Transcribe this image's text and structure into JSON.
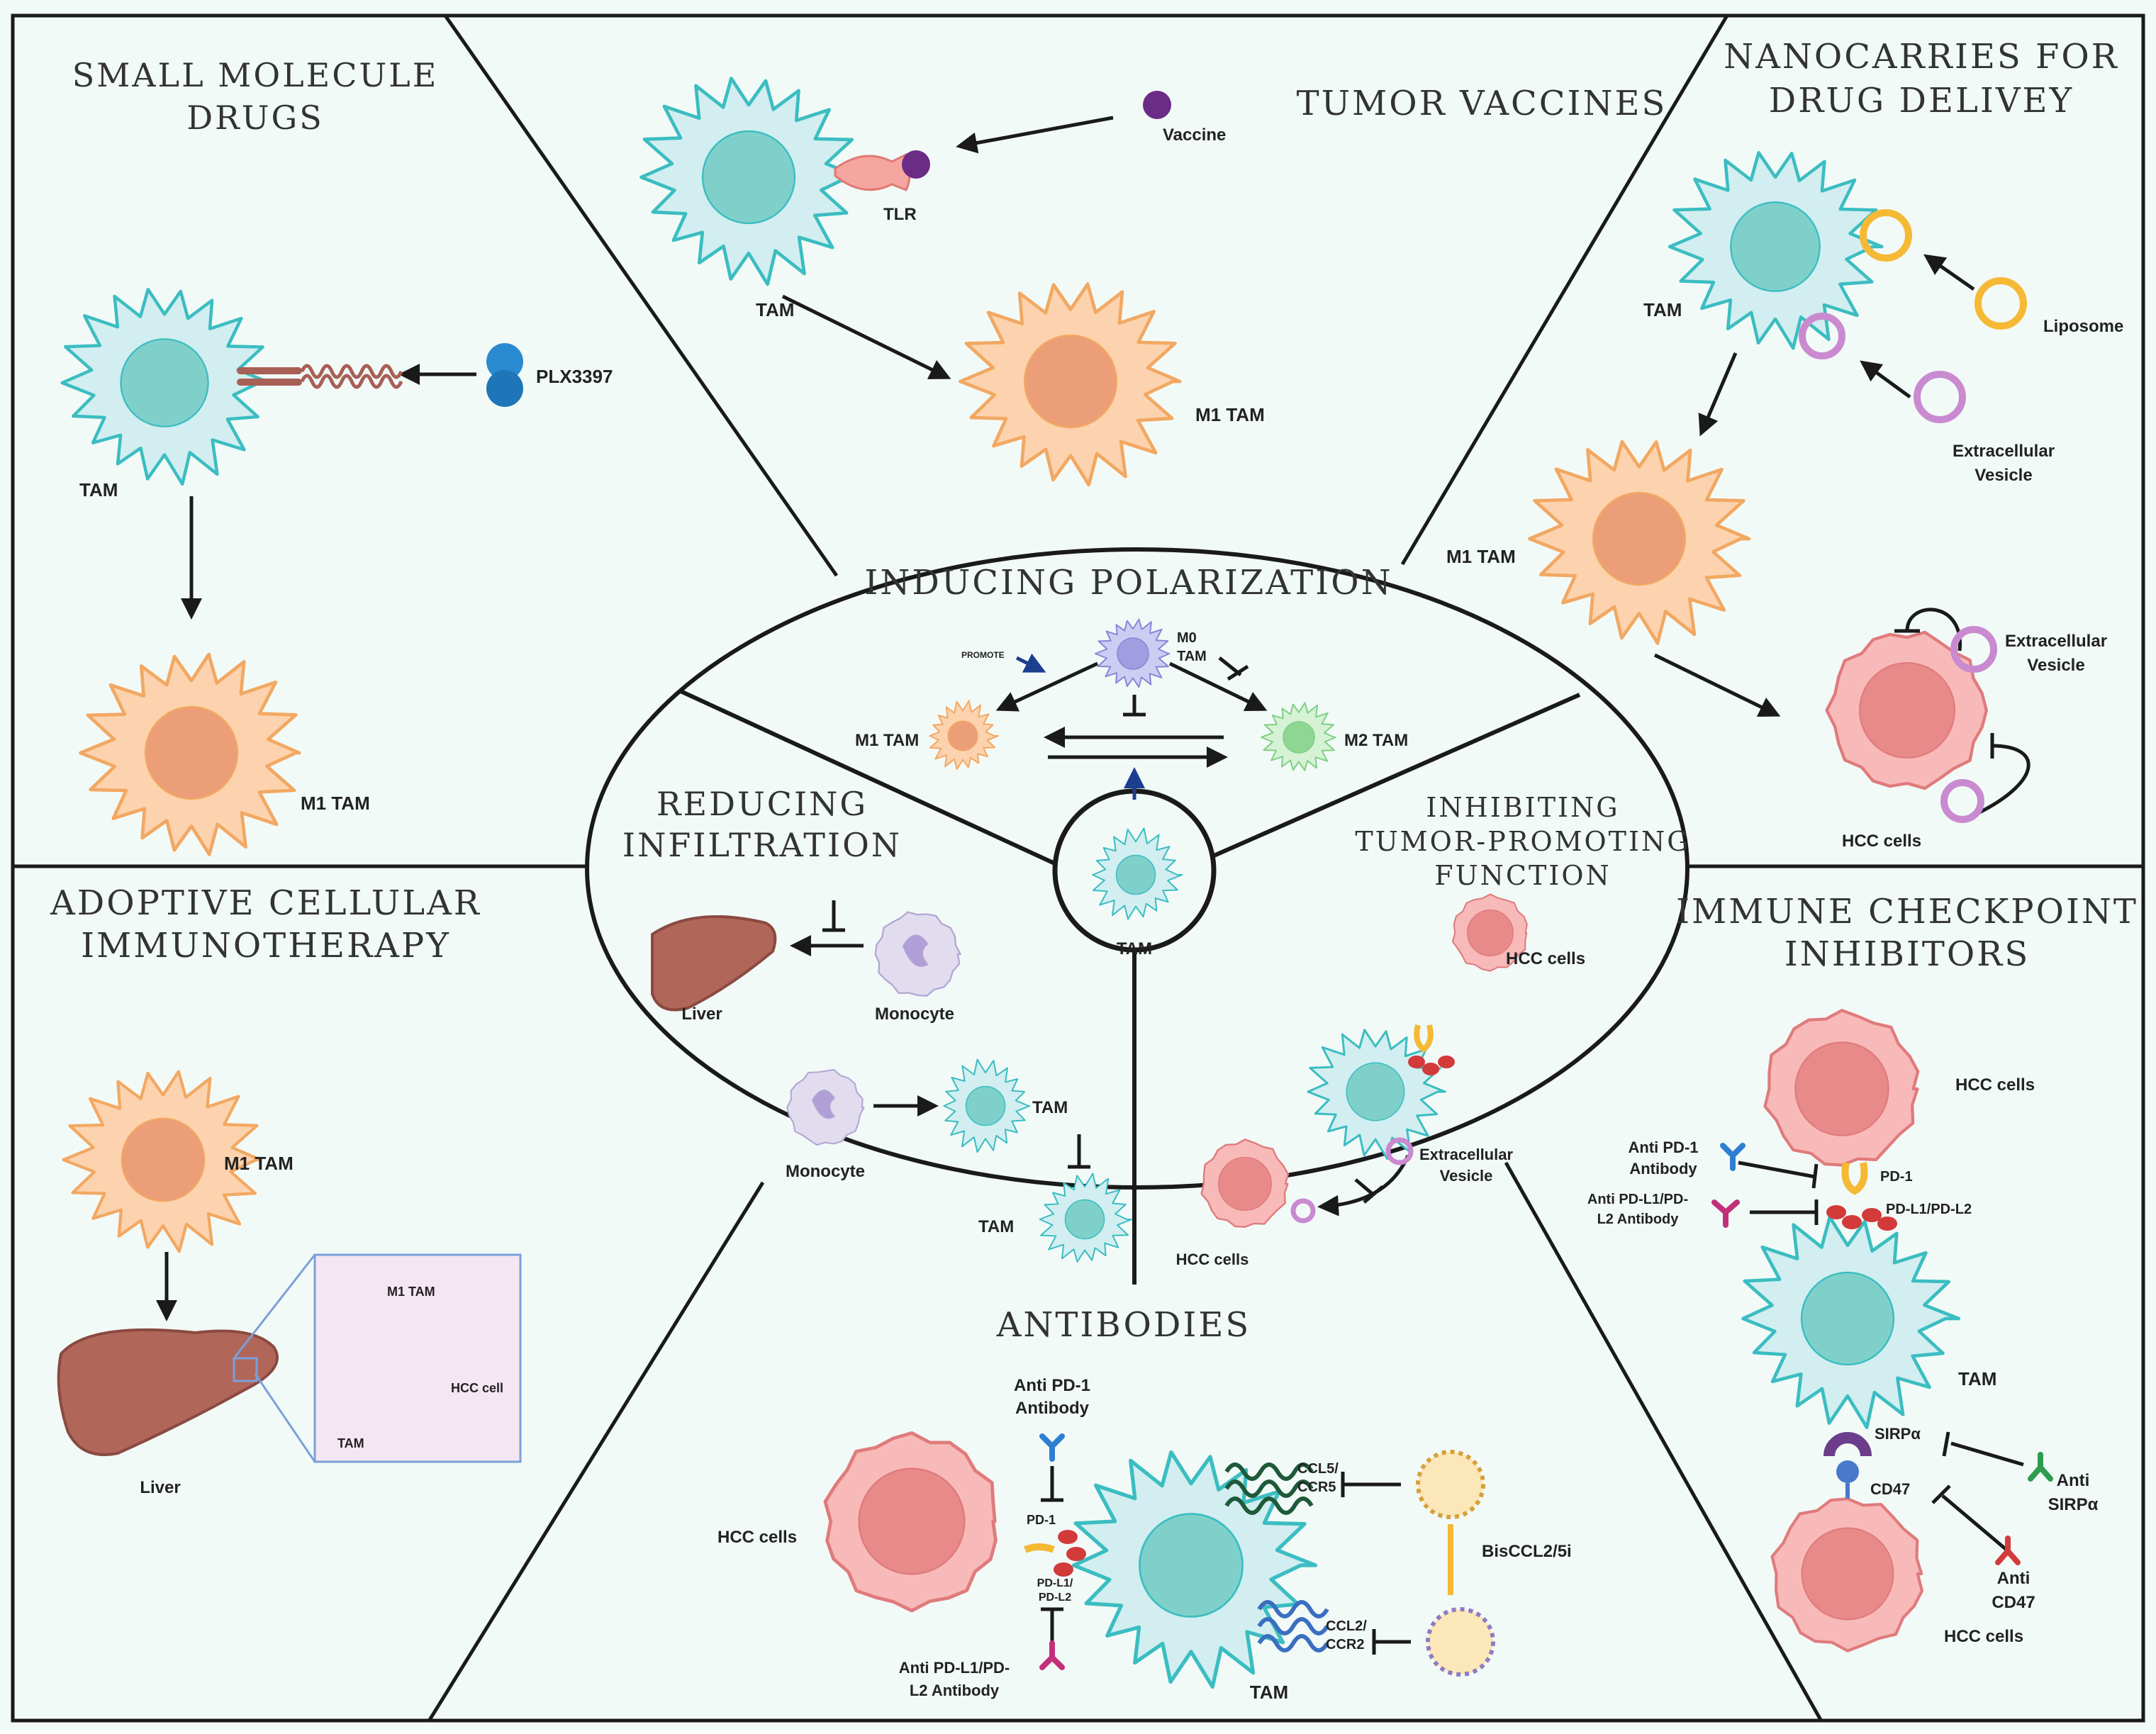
{
  "sections": {
    "small_molecule": {
      "title_line1": "SMALL MOLECULE",
      "title_line2": "DRUGS",
      "tam": "TAM",
      "drug": "PLX3397",
      "m1": "M1 TAM"
    },
    "tumor_vaccines": {
      "title": "TUMOR VACCINES",
      "vaccine": "Vaccine",
      "tlr": "TLR",
      "tam": "TAM",
      "m1": "M1 TAM"
    },
    "nanocarriers": {
      "title_line1": "NANOCARRIES FOR",
      "title_line2": "DRUG DELIVEY",
      "tam": "TAM",
      "liposome": "Liposome",
      "ev_line1": "Extracellular",
      "ev_line2": "Vesicle",
      "m1": "M1 TAM",
      "ev2_line1": "Extracellular",
      "ev2_line2": "Vesicle",
      "hcc": "HCC cells"
    },
    "center": {
      "polarization_title": "INDUCING POLARIZATION",
      "promote": "PROMOTE",
      "m0_line1": "M0",
      "m0_line2": "TAM",
      "m1": "M1 TAM",
      "m2": "M2 TAM",
      "reducing_line1": "REDUCING",
      "reducing_line2": "INFILTRATION",
      "liver": "Liver",
      "monocyte": "Monocyte",
      "monocyte2": "Monocyte",
      "tam_a": "TAM",
      "tam_b": "TAM",
      "core_tam": "TAM",
      "inhibiting_line1": "INHIBITING",
      "inhibiting_line2": "TUMOR-PROMOTING",
      "inhibiting_line3": "FUNCTION",
      "hcc_a": "HCC cells",
      "hcc_b": "HCC cells",
      "ev_line1": "Extracellular",
      "ev_line2": "Vesicle"
    },
    "adoptive": {
      "title_line1": "ADOPTIVE CELLULAR",
      "title_line2": "IMMUNOTHERAPY",
      "m1": "M1 TAM",
      "liver": "Liver",
      "inset_m1": "M1 TAM",
      "inset_hcc": "HCC cell",
      "inset_tam": "TAM"
    },
    "antibodies": {
      "title": "ANTIBODIES",
      "pd1_ab_line1": "Anti PD-1",
      "pd1_ab_line2": "Antibody",
      "hcc": "HCC cells",
      "pd1": "PD-1",
      "pdl_line1": "PD-L1/",
      "pdl_line2": "PD-L2",
      "pdl_ab_line1": "Anti PD-L1/PD-",
      "pdl_ab_line2": "L2 Antibody",
      "tam": "TAM",
      "ccl5_line1": "CCL5/",
      "ccl5_line2": "CCR5",
      "ccl2_line1": "CCL2/",
      "ccl2_line2": "CCR2",
      "bis": "BisCCL2/5i"
    },
    "checkpoint": {
      "title_line1": "IMMUNE CHECKPOINT",
      "title_line2": "INHIBITORS",
      "hcc_top": "HCC cells",
      "pd1_ab_line1": "Anti PD-1",
      "pd1_ab_line2": "Antibody",
      "pd1": "PD-1",
      "pdl_ab_line1": "Anti PD-L1/PD-",
      "pdl_ab_line2": "L2 Antibody",
      "pdl": "PD-L1/PD-L2",
      "tam": "TAM",
      "sirpa": "SIRPα",
      "cd47": "CD47",
      "anti_sirpa_line1": "Anti",
      "anti_sirpa_line2": "SIRPα",
      "anti_cd47_line1": "Anti",
      "anti_cd47_line2": "CD47",
      "hcc_bottom": "HCC cells"
    }
  },
  "colors": {
    "tam_fill": "#d2eef0",
    "tam_stroke": "#3bbdc1",
    "tam_nucleus": "#7fd0cb",
    "m1_fill": "#fcd3ae",
    "m1_stroke": "#f2a862",
    "m1_nucleus": "#ec9e78",
    "m0_fill": "#cccdf2",
    "m2_fill": "#d6f2d4",
    "hcc_fill": "#f8b9b9",
    "liver": "#b1665a",
    "background": "#f2faf8"
  }
}
